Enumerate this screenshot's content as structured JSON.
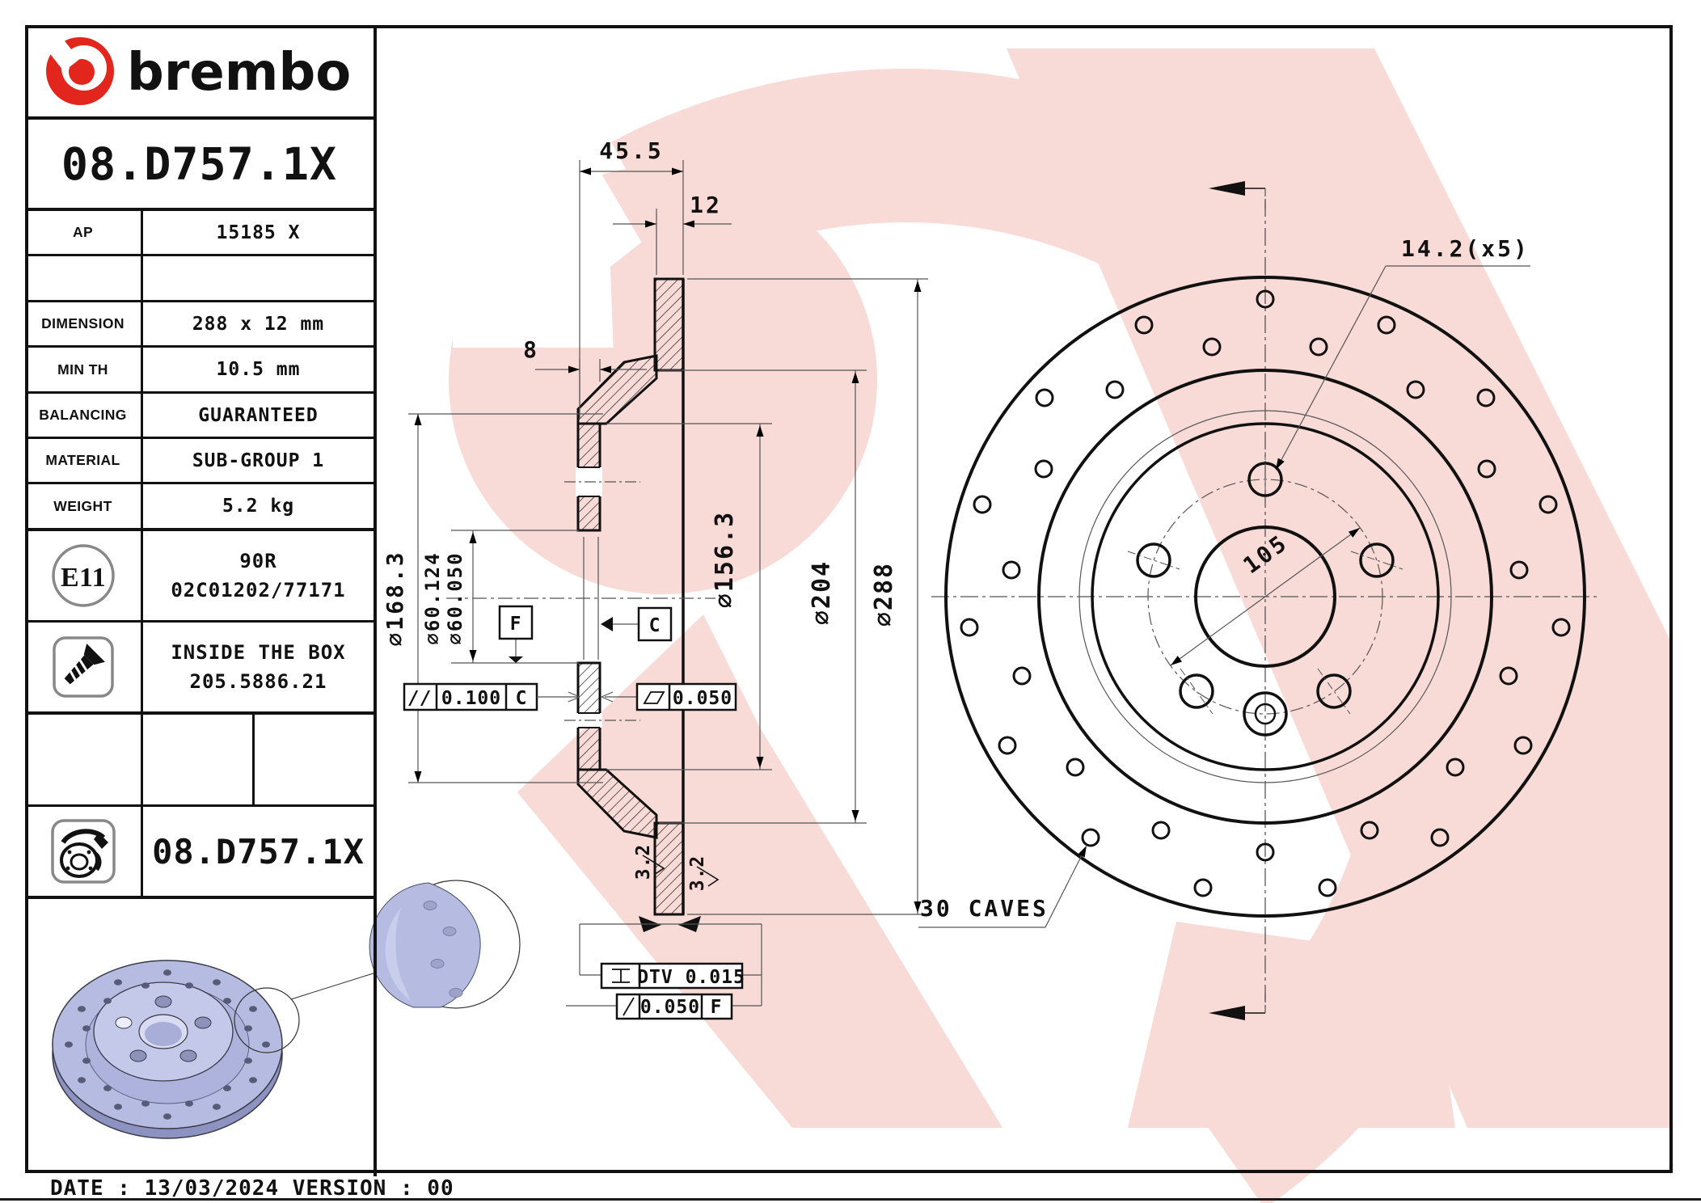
{
  "colors": {
    "brand_red": "#e3261d",
    "watermark_pink": "#f8dad6",
    "disc_lavender": "#b6bbe2",
    "line_black": "#111111"
  },
  "header": {
    "brand_wordmark": "brembo"
  },
  "part_number": "08.D757.1X",
  "table": {
    "rows": [
      {
        "label": "AP",
        "value": "15185 X"
      },
      {
        "label": "",
        "value": ""
      },
      {
        "label": "DIMENSION",
        "value": "288 x 12 mm"
      },
      {
        "label": "MIN TH",
        "value": "10.5 mm"
      },
      {
        "label": "BALANCING",
        "value": "GUARANTEED"
      },
      {
        "label": "MATERIAL",
        "value": "SUB-GROUP 1"
      },
      {
        "label": "WEIGHT",
        "value": "5.2 kg"
      }
    ],
    "homologation": {
      "badge": "E11",
      "approval_line1": "90R",
      "approval_line2": "02C01202/77171"
    },
    "inside_box": {
      "line1": "INSIDE THE BOX",
      "line2": "205.5886.21"
    },
    "disc_row_part_number": "08.D757.1X"
  },
  "drawing": {
    "dim_total_width": "45.5",
    "dim_band_thickness": "12",
    "dim_hat_wall": "8",
    "dim_flange_od": "⌀168.3",
    "dim_bore_max": "⌀60.124",
    "dim_bore_min": "⌀60.050",
    "dim_hat_od": "⌀156.3",
    "dim_band_id": "⌀204",
    "dim_disc_od": "⌀288",
    "dim_bolt_hole": "14.2(x5)",
    "dim_pcd": "105",
    "caves_note": "30 CAVES",
    "roughness_left": "3.2",
    "roughness_right": "3.2",
    "datum_f": "F",
    "datum_c": "C",
    "tol_parallelism_symbol": "//",
    "tol_parallelism_value": "0.100",
    "tol_parallelism_datum": "C",
    "tol_flatness_value": "0.050",
    "tol_dtv": "DTV 0.015",
    "tol_runout_symbol": "/",
    "tol_runout_value": "0.050",
    "tol_runout_datum": "F"
  },
  "footer": {
    "date_version_line": "DATE : 13/03/2024 VERSION : 00"
  }
}
